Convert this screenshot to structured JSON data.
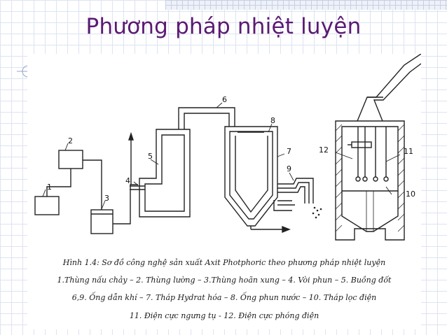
{
  "slide": {
    "title": "Phương pháp nhiệt luyện"
  },
  "diagram": {
    "labels": {
      "n1": "1",
      "n2": "2",
      "n3": "3",
      "n4": "4",
      "n5": "5",
      "n6": "6",
      "n7": "7",
      "n8": "8",
      "n9": "9",
      "n10": "10",
      "n11": "11",
      "n12": "12"
    }
  },
  "caption": {
    "line1": "Hình 1.4: Sơ đồ công nghệ sản xuất Axit Photphoric theo phương pháp nhiệt luyện",
    "line2": "1.Thùng nấu chảy – 2. Thùng lường – 3.Thùng hoãn xung – 4. Vòi phun – 5. Buồng đốt",
    "line3": "6,9. Ống dẫn khí – 7. Tháp Hydrat hóa – 8. Ống phun nước – 10. Tháp lọc điện",
    "line4": "11. Điện cực ngưng tụ - 12. Điện cực phóng điện"
  }
}
